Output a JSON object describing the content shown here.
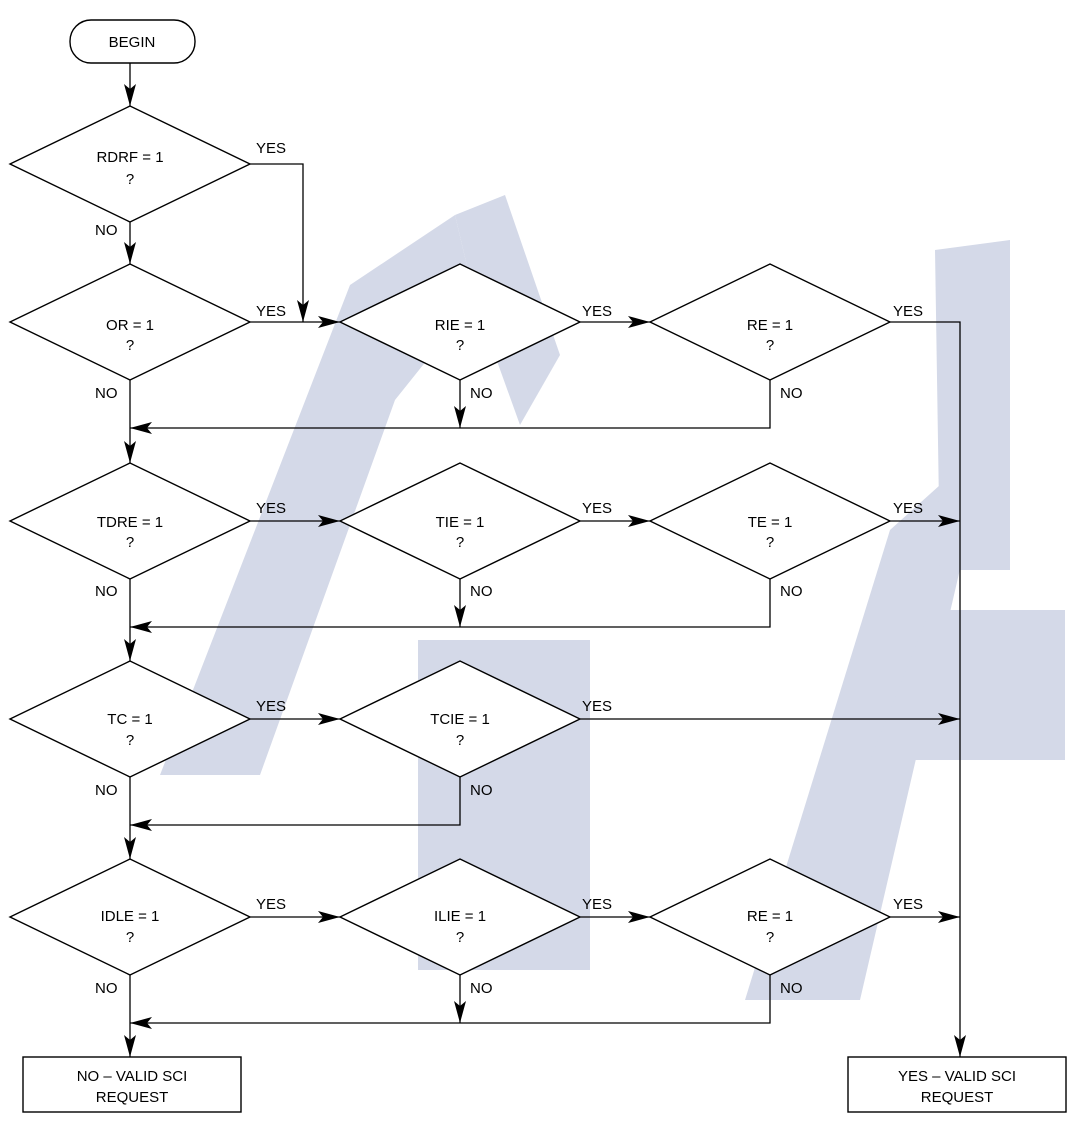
{
  "colors": {
    "line": "#000000",
    "fill": "#ffffff",
    "watermark": "#d4d9e8"
  },
  "nodes": {
    "begin": "BEGIN",
    "rdrf": [
      "RDRF = 1",
      "?"
    ],
    "or": [
      "OR = 1",
      "?"
    ],
    "rie": [
      "RIE = 1",
      "?"
    ],
    "re1": [
      "RE = 1",
      "?"
    ],
    "tdre": [
      "TDRE = 1",
      "?"
    ],
    "tie": [
      "TIE = 1",
      "?"
    ],
    "te": [
      "TE = 1",
      "?"
    ],
    "tc": [
      "TC = 1",
      "?"
    ],
    "tcie": [
      "TCIE = 1",
      "?"
    ],
    "idle": [
      "IDLE = 1",
      "?"
    ],
    "ilie": [
      "ILIE = 1",
      "?"
    ],
    "re2": [
      "RE = 1",
      "?"
    ],
    "no_valid": [
      "NO – VALID SCI",
      "REQUEST"
    ],
    "yes_valid": [
      "YES – VALID SCI",
      "REQUEST"
    ]
  },
  "edge_labels": {
    "yes": "YES",
    "no": "NO"
  }
}
